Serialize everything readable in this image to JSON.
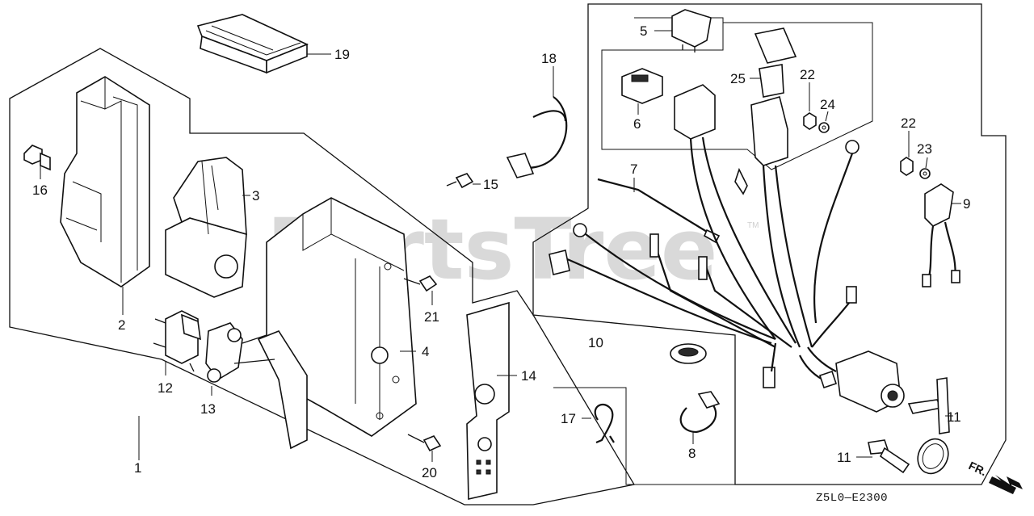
{
  "watermark": "PartsTree",
  "watermark_tm": "TM",
  "diagram_code": "Z5L0—E2300",
  "direction_label": "FR.",
  "callouts": {
    "c1": "1",
    "c2": "2",
    "c3": "3",
    "c4": "4",
    "c5": "5",
    "c6": "6",
    "c7": "7",
    "c8": "8",
    "c9": "9",
    "c10": "10",
    "c11a": "11",
    "c11b": "11",
    "c12": "12",
    "c13": "13",
    "c14": "14",
    "c15": "15",
    "c16": "16",
    "c17": "17",
    "c18": "18",
    "c19": "19",
    "c20": "20",
    "c21": "21",
    "c22a": "22",
    "c22b": "22",
    "c23": "23",
    "c24": "24",
    "c25": "25"
  }
}
